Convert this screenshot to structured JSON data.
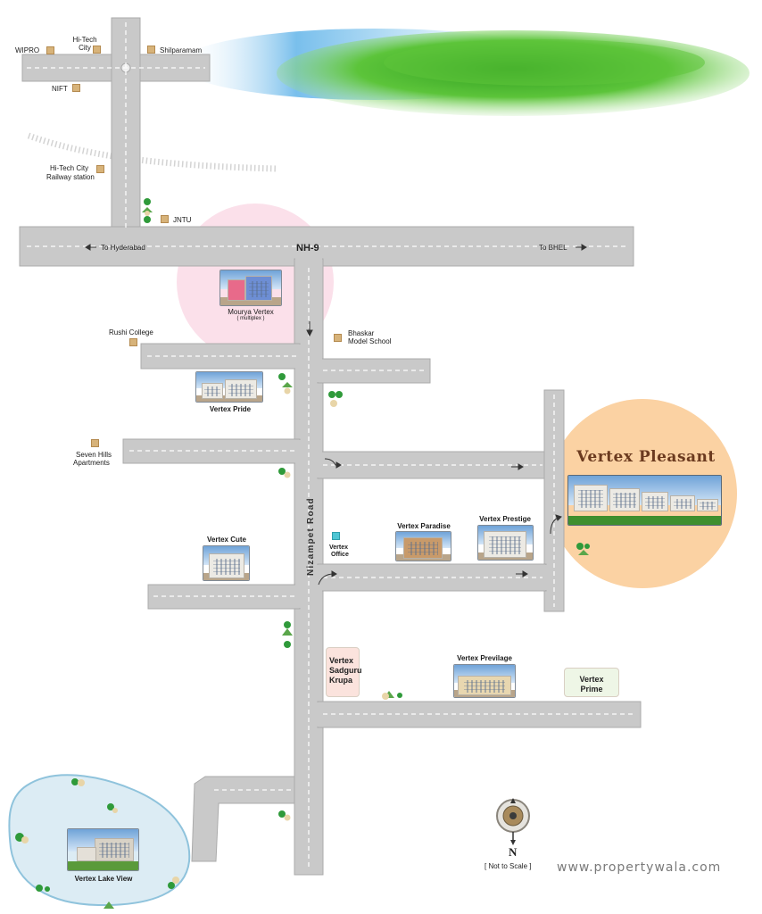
{
  "roads": {
    "nh9": "NH-9",
    "to_hyderabad": "To Hyderabad",
    "to_bhel": "To BHEL",
    "nizampet_road": "Nizampet Road"
  },
  "landmarks": {
    "wipro": "WIPRO",
    "hitech_city": "Hi-Tech City",
    "shilparamam": "Shilparamam",
    "nift": "NIFT",
    "hitech_railway": [
      "Hi-Tech City",
      "Railway station"
    ],
    "jntu": "JNTU",
    "rushi_college": "Rushi College",
    "bhaskar_school": [
      "Bhaskar",
      "Model School"
    ],
    "seven_hills": [
      "Seven Hills",
      "Apartments"
    ]
  },
  "projects": {
    "mourya_vertex": "Mourya Vertex",
    "mourya_vertex_sub": "( multiplex )",
    "vertex_pride": "Vertex Pride",
    "vertex_cute": "Vertex Cute",
    "vertex_office": [
      "Vertex",
      "Office"
    ],
    "vertex_paradise": "Vertex Paradise",
    "vertex_prestige": "Vertex Prestige",
    "vertex_pleasant": "Vertex Pleasant",
    "vertex_sadguru_krupa": [
      "Vertex",
      "Sadguru",
      "Krupa"
    ],
    "vertex_previlage": "Vertex Previlage",
    "vertex_prime": [
      "Vertex",
      "Prime"
    ],
    "vertex_lake_view": "Vertex Lake View"
  },
  "compass": {
    "north": "N",
    "scale_note": "[ Not to Scale ]"
  },
  "watermark": "www.propertywala.com",
  "colors": {
    "road": "#c9c9c9",
    "road_edge": "#ababab",
    "pink_highlight": "#fbe0ea",
    "orange_highlight": "#fbd2a3",
    "lake": "#dcecf4",
    "grass": "#3fae2a",
    "office_marker": "#4fc6d4",
    "pin": "#d7b37a"
  }
}
